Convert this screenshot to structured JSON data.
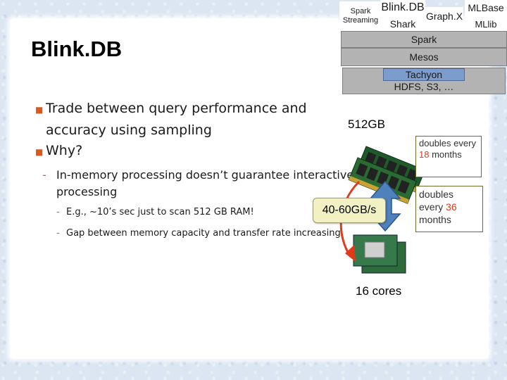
{
  "slide": {
    "title": "Blink.DB"
  },
  "stack": {
    "spark_streaming": "Spark\nStreaming",
    "blinkdb": "Blink.DB",
    "shark": "Shark",
    "graphx": "Graph.X",
    "mlbase": "MLBase",
    "mllib": "MLlib",
    "spark": "Spark",
    "mesos": "Mesos",
    "tachyon": "Tachyon",
    "storage": "HDFS, S3, …"
  },
  "bullets": {
    "main_1_line1": "Trade between query performance and",
    "main_1_line2": "accuracy using sampling",
    "main_2": "Why?",
    "sub_1_line1": "In-memory processing doesn’t guarantee interactive",
    "sub_1_line2": "processing",
    "sub_sub_1": "E.g., ~10’s sec just to scan 512 GB RAM!",
    "sub_2": "Gap between memory capacity and transfer rate increasing"
  },
  "figure": {
    "memory_label": "512GB",
    "cores_label": "16 cores",
    "rate_label": "40-60GB/s",
    "callout_1_prefix": "doubles every ",
    "callout_1_value": "18",
    "callout_1_suffix": " months",
    "callout_2_prefix": "doubles every ",
    "callout_2_value": "36",
    "callout_2_suffix": " months"
  },
  "colors": {
    "bullet_accent": "#d65a1e",
    "stack_box": "#b3b3b3",
    "tachyon_box": "#7b9ccc",
    "arrow_blue": "#4f81bd",
    "arrow_red": "#e03a1a",
    "highlight_red": "#e03a1a"
  },
  "icons": {
    "bullet": "square-bullet-icon",
    "ram": "ram-module-icon",
    "cpu": "cpu-chip-icon",
    "double_arrow": "double-arrow-icon",
    "curved_arrow": "curved-arrow-icon"
  }
}
